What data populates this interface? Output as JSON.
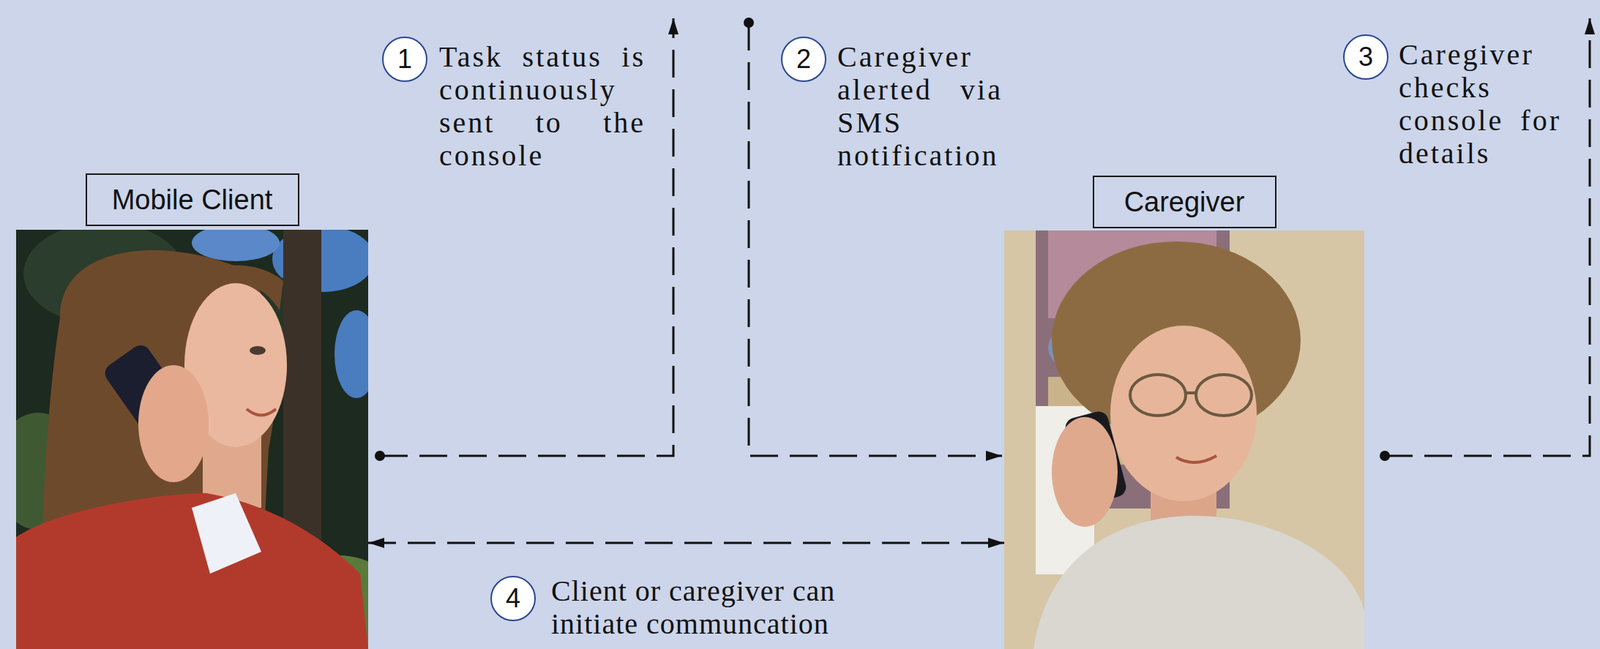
{
  "diagram": {
    "nodes": [
      {
        "text": [
          "Mobile Client"
        ]
      },
      {
        "text": [
          "Caregiver"
        ]
      }
    ],
    "edges": [
      {
        "from": 0,
        "to": 1,
        "arrow": "both"
      }
    ],
    "labels": [
      "1",
      "Task status is continuously sent to the console",
      "2",
      "Caregiver alerted via SMS notification",
      "3",
      "Caregiver checks console for details",
      "4",
      "Client or caregiver can initiate communcation"
    ]
  }
}
